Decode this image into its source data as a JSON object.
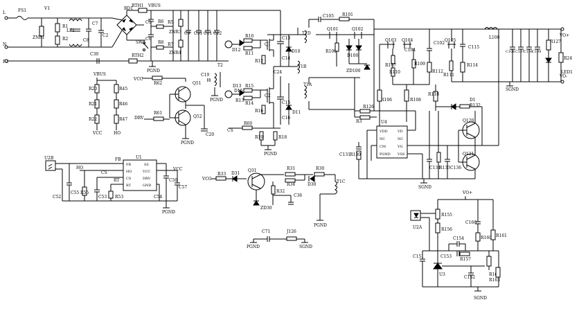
{
  "labels": {
    "fs1": "FS1",
    "v1": "V1",
    "znr1": "ZNR1",
    "r1": "R1",
    "r2": "R2",
    "lf1": "LF1",
    "c7": "C7",
    "c2": "C2",
    "c8": "C8",
    "c30": "C30",
    "bd1": "BD1",
    "rth1": "RTH1",
    "rth2": "RTH2",
    "vbus_top": "VBUS",
    "c5": "C5",
    "c6": "C6",
    "r5": "R5",
    "r6": "R6",
    "r7": "R7",
    "r8": "R8",
    "znr3": "ZNR3",
    "znr4": "ZNR4",
    "pgnd_a": "PGND",
    "c9": "C9",
    "c31": "C31",
    "c11": "C11",
    "c12": "C12",
    "t_l": "L",
    "t_n": "N",
    "t_pe": "PE",
    "sw1": "SW1",
    "q1": "Q1",
    "q2": "Q2",
    "r10a": "R10",
    "r11": "R11",
    "r12": "R12",
    "d13": "D13",
    "d15": "D15",
    "r15": "R15",
    "r14": "R14",
    "r16": "R16",
    "r13": "R13",
    "c13": "C13",
    "c14": "C14",
    "c15": "C15",
    "c16": "C16",
    "c24": "C24",
    "d10": "D10",
    "d11": "D11",
    "t1b": "T1B",
    "r60": "R60",
    "r19": "R19",
    "r18": "R18",
    "cs_mid": "CS",
    "pgnd_b": "PGND",
    "vbus_l": "VBUS",
    "r20": "R20",
    "r21": "R21",
    "r22": "R22",
    "r45": "R45",
    "r46": "R46",
    "r47": "R47",
    "vcc_a": "VCC",
    "ho_a": "HO",
    "vcc_b": "VCC",
    "r62": "R62",
    "q51": "Q51",
    "q52": "Q52",
    "r61": "R61",
    "drv": "DRV",
    "c19": "C19",
    "t2": "T2",
    "pgnd_c": "PGND",
    "pgnd_d": "PGND",
    "c20": "C20",
    "u2b": "U2B",
    "c52": "C52",
    "c55": "C55",
    "r55": "R55",
    "c53": "C53",
    "r53": "R53",
    "fb": "FB",
    "ho_b": "HO",
    "cs_u1": "CS",
    "rt": "RT",
    "u1": "U1",
    "pin_fb": "FB",
    "pin_ho": "HO",
    "pin_cs": "CS",
    "pin_rt": "RT",
    "pin_ss": "SS",
    "pin_vcc": "VCC",
    "pin_drv": "DRV",
    "pin_gnd": "GND",
    "c54": "C54",
    "c50": "C50",
    "c57": "C57",
    "vcc_c": "VCC",
    "pgnd_e": "PGND",
    "vcc_d": "VCC",
    "r33": "R33",
    "d31": "D31",
    "q31": "Q31",
    "r31": "R31",
    "r34": "R34",
    "r30": "R30",
    "d30": "D30",
    "r32": "R32",
    "c36": "C36",
    "zd30": "ZD30",
    "t1c": "T1C",
    "pgnd_f": "PGND",
    "c71": "C71",
    "j126": "J126",
    "pgnd_g": "PGND",
    "sgnd_a": "SGND",
    "c105": "C105",
    "r101": "R101",
    "t1d": "T1D",
    "q101": "Q101",
    "q102": "Q102",
    "r100": "R100",
    "d100": "D100",
    "zd100": "ZD100",
    "t1a": "T1A",
    "q103": "Q103",
    "c104": "C104",
    "q104": "Q104",
    "r107": "R107",
    "r110": "R110",
    "r109": "R109",
    "c102": "C102",
    "r112": "R112",
    "q105": "Q105",
    "r111": "R111",
    "c115": "C115",
    "r114": "R114",
    "l100": "L100",
    "vo_plus": "VO+",
    "vo_minus": "VO-",
    "r127": "R127",
    "r24": "R24",
    "led1": "LED1",
    "sgnd_b": "SGND",
    "c106": "C106",
    "c107": "C107",
    "c108": "C108",
    "c109": "C109",
    "r106": "R106",
    "r108": "R108",
    "r118": "R118",
    "d1": "D1",
    "r132": "R132",
    "r126": "R126",
    "r3": "R3",
    "u4": "U4",
    "p_vdd": "VDD",
    "p_nc1": "NC",
    "p_cm": "CM",
    "p_pgnd": "PGND",
    "p_vd": "VD",
    "p_nc2": "NC",
    "p_vg": "VG",
    "p_vss": "VSS",
    "c131": "C131",
    "r130": "R130",
    "c134": "C134",
    "r133": "R133",
    "c136": "C136",
    "q120": "Q120",
    "q121": "Q121",
    "sgnd_c": "SGND",
    "vo_c": "VO+",
    "u2a": "U2A",
    "r155": "R155",
    "r156": "R156",
    "c160": "C160",
    "r160": "R160",
    "r161": "R161",
    "c154": "C154",
    "c153": "C153",
    "r157": "R157",
    "c151": "C151",
    "u3": "U3",
    "c152": "C152",
    "r162": "R162",
    "r163": "R163",
    "sgnd_d": "SGND"
  }
}
